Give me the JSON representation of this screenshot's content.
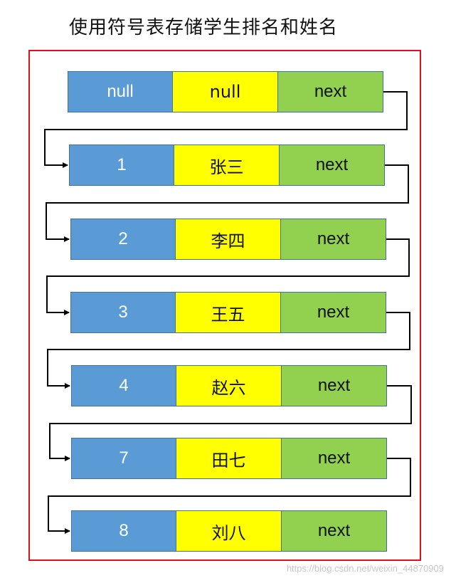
{
  "title": "使用符号表存储学生排名和姓名",
  "nodes": [
    {
      "id": "null",
      "name": "null",
      "ptr": "next"
    },
    {
      "id": "1",
      "name": "张三",
      "ptr": "next"
    },
    {
      "id": "2",
      "name": "李四",
      "ptr": "next"
    },
    {
      "id": "3",
      "name": "王五",
      "ptr": "next"
    },
    {
      "id": "4",
      "name": "赵六",
      "ptr": "next"
    },
    {
      "id": "7",
      "name": "田七",
      "ptr": "next"
    },
    {
      "id": "8",
      "name": "刘八",
      "ptr": "next"
    }
  ],
  "colors": {
    "frame": "#e0101a",
    "id_cell": "#5b9bd5",
    "name_cell": "#ffff00",
    "ptr_cell": "#92d050",
    "link": "#000000"
  },
  "watermark": "https://blog.csdn.net/weixin_44870909"
}
